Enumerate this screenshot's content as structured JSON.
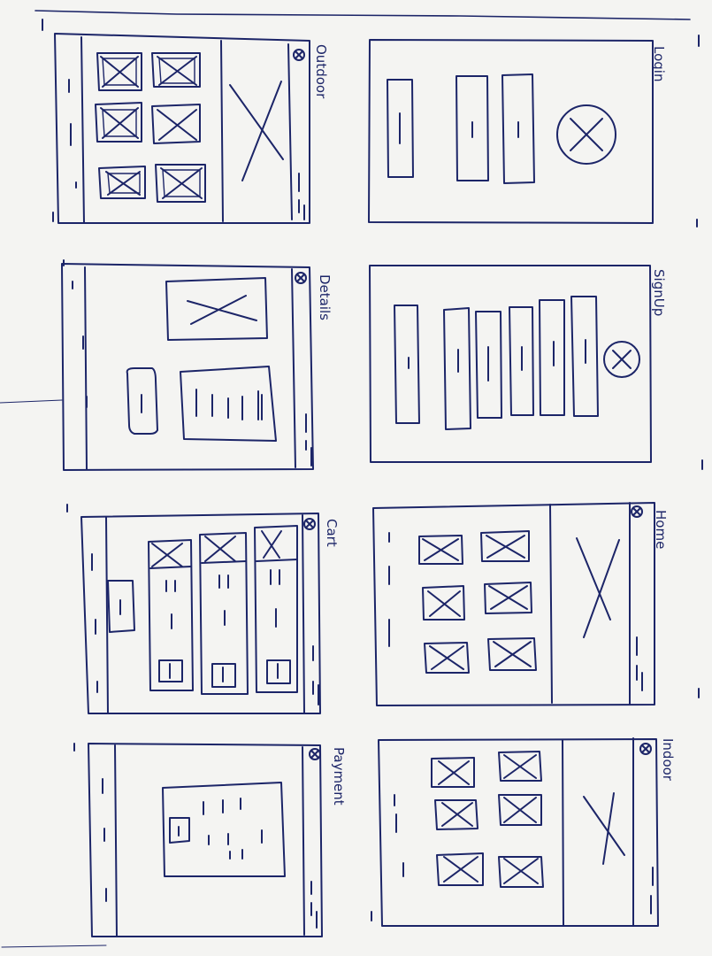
{
  "screens": [
    {
      "key": "login",
      "label": "Login"
    },
    {
      "key": "signup",
      "label": "SignUp"
    },
    {
      "key": "home",
      "label": "Home"
    },
    {
      "key": "indoor",
      "label": "Indoor"
    },
    {
      "key": "outdoor",
      "label": "Outdoor"
    },
    {
      "key": "details",
      "label": "Details"
    },
    {
      "key": "cart",
      "label": "Cart"
    },
    {
      "key": "payment",
      "label": "Payment"
    }
  ],
  "colors": {
    "ink": "#1c2568",
    "paper": "#f4f4f2"
  }
}
